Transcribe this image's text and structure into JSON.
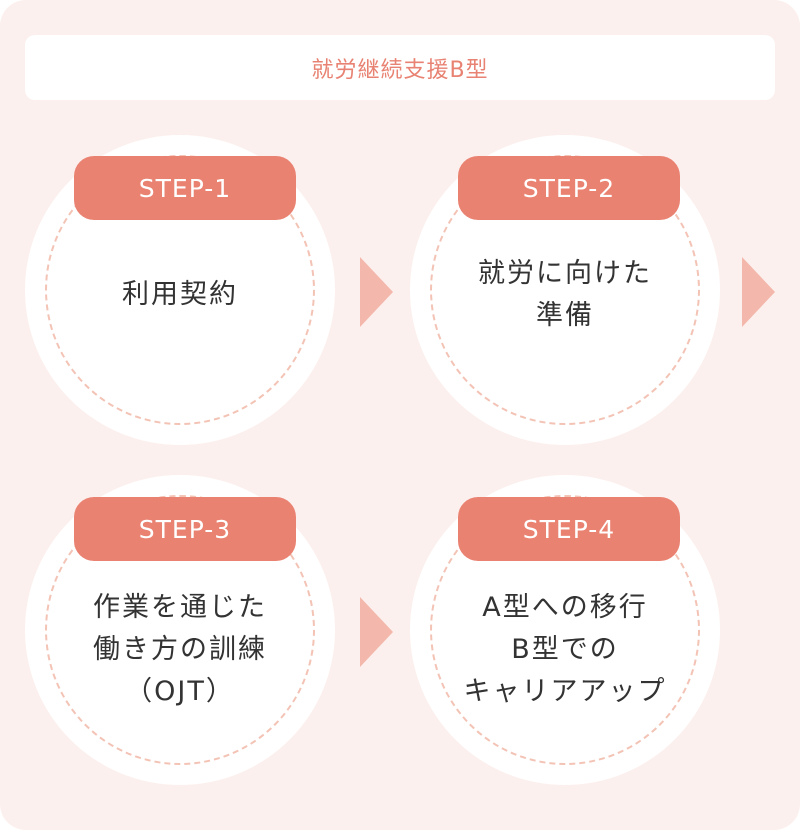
{
  "title": "就労継続支援B型",
  "steps": [
    {
      "badge": "STEP-1",
      "text": "利用契約"
    },
    {
      "badge": "STEP-2",
      "text": "就労に向けた\n準備"
    },
    {
      "badge": "STEP-3",
      "text": "作業を通じた\n働き方の訓練\n（OJT）"
    },
    {
      "badge": "STEP-4",
      "text": "A型への移行\nB型での\nキャリアアップ"
    }
  ],
  "colors": {
    "accent": "#ea8272",
    "background": "#fcf0ee",
    "arrow": "#f3b7ab"
  }
}
